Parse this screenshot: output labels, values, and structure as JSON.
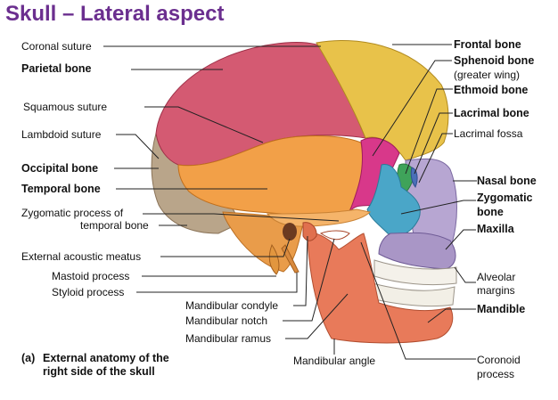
{
  "title": "Skull – Lateral aspect",
  "labels_left": {
    "coronal_suture": "Coronal suture",
    "parietal_bone": "Parietal bone",
    "squamous_suture": "Squamous suture",
    "lambdoid_suture": "Lambdoid suture",
    "occipital_bone": "Occipital bone",
    "temporal_bone": "Temporal bone",
    "zygomatic_process_1": "Zygomatic process of",
    "zygomatic_process_2": "temporal bone",
    "external_acoustic_meatus": "External acoustic meatus",
    "mastoid_process": "Mastoid process",
    "styloid_process": "Styloid process"
  },
  "labels_bottom": {
    "mandibular_condyle": "Mandibular condyle",
    "mandibular_notch": "Mandibular notch",
    "mandibular_ramus": "Mandibular ramus",
    "mandibular_angle": "Mandibular angle"
  },
  "labels_right": {
    "frontal_bone": "Frontal bone",
    "sphenoid_bone": "Sphenoid bone",
    "sphenoid_sub": "(greater wing)",
    "ethmoid_bone": "Ethmoid bone",
    "lacrimal_bone": "Lacrimal bone",
    "lacrimal_fossa": "Lacrimal fossa",
    "nasal_bone": "Nasal bone",
    "zygomatic_bone_1": "Zygomatic",
    "zygomatic_bone_2": "bone",
    "maxilla": "Maxilla",
    "alveolar_1": "Alveolar",
    "alveolar_2": "margins",
    "mandible": "Mandible",
    "coronoid_1": "Coronoid",
    "coronoid_2": "process"
  },
  "caption": {
    "tag": "(a)",
    "line1": "External anatomy of the",
    "line2": "right side of the skull"
  }
}
